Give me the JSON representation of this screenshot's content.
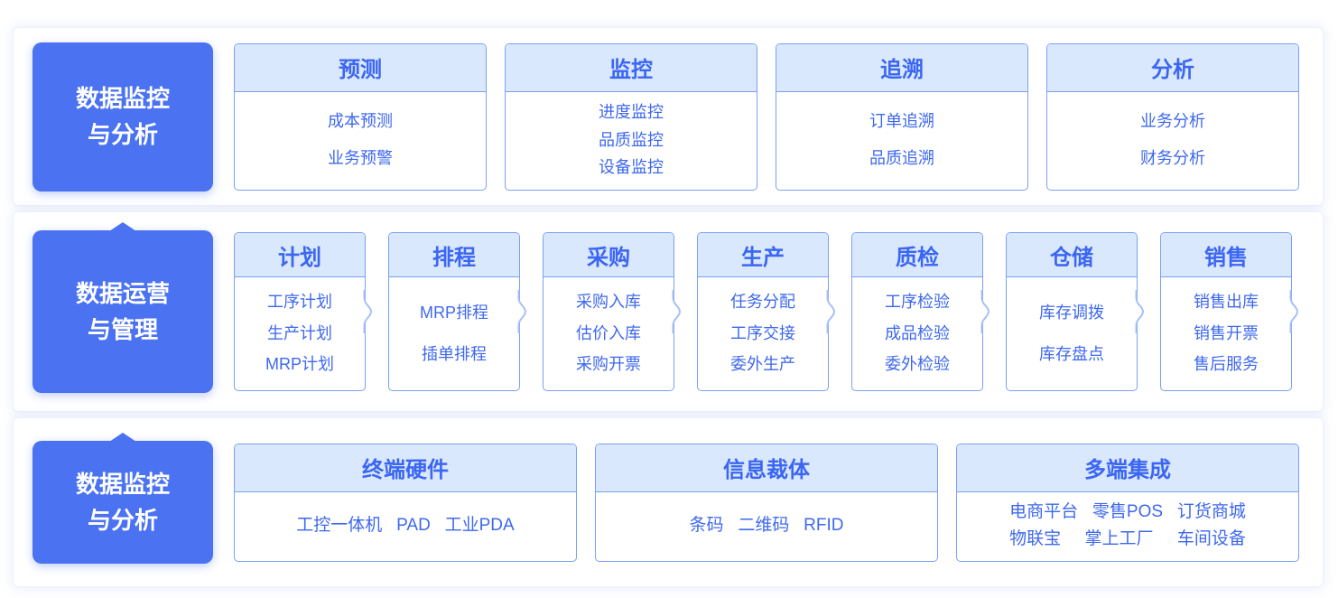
{
  "theme": {
    "primary_blue": "#4a72f1",
    "card_border": "#7aa0f4",
    "card_header_bg": "#d9e8fc",
    "header_text": "#3b66f3",
    "item_text": "#3e68ee",
    "chevron_stroke": "#a6c1f6"
  },
  "rows": [
    {
      "category": {
        "line1": "数据监控",
        "line2": "与分析",
        "caret": false
      },
      "chevrons": false,
      "cards": [
        {
          "title": "预测",
          "items": [
            "成本预测",
            "业务预警"
          ]
        },
        {
          "title": "监控",
          "items": [
            "进度监控",
            "品质监控",
            "设备监控"
          ]
        },
        {
          "title": "追溯",
          "items": [
            "订单追溯",
            "品质追溯"
          ]
        },
        {
          "title": "分析",
          "items": [
            "业务分析",
            "财务分析"
          ]
        }
      ]
    },
    {
      "category": {
        "line1": "数据运营",
        "line2": "与管理",
        "caret": true
      },
      "chevrons": true,
      "cards": [
        {
          "title": "计划",
          "items": [
            "工序计划",
            "生产计划",
            "MRP计划"
          ]
        },
        {
          "title": "排程",
          "items": [
            "MRP排程",
            "插单排程"
          ]
        },
        {
          "title": "采购",
          "items": [
            "采购入库",
            "估价入库",
            "采购开票"
          ]
        },
        {
          "title": "生产",
          "items": [
            "任务分配",
            "工序交接",
            "委外生产"
          ]
        },
        {
          "title": "质检",
          "items": [
            "工序检验",
            "成品检验",
            "委外检验"
          ]
        },
        {
          "title": "仓储",
          "items": [
            "库存调拨",
            "库存盘点"
          ]
        },
        {
          "title": "销售",
          "items": [
            "销售出库",
            "销售开票",
            "售后服务"
          ]
        }
      ]
    },
    {
      "category": {
        "line1": "数据监控",
        "line2": "与分析",
        "caret": true
      },
      "chevrons": false,
      "cards": [
        {
          "title": "终端硬件",
          "items": [
            "工控一体机   PAD   工业PDA"
          ]
        },
        {
          "title": "信息裁体",
          "items": [
            "条码   二维码   RFID"
          ]
        },
        {
          "title": "多端集成",
          "items": [
            "电商平台   零售POS   订货商城",
            "物联宝     掌上工厂     车间设备"
          ]
        }
      ]
    }
  ]
}
